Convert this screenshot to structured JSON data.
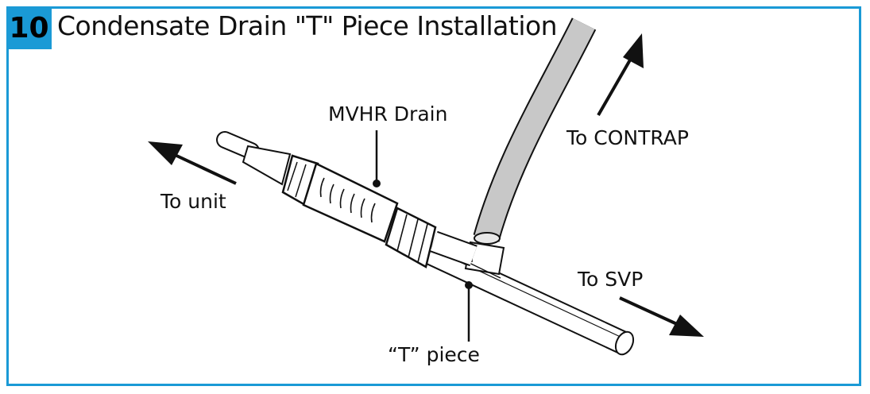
{
  "header": {
    "step_number": "10",
    "title": "Condensate Drain \"T\" Piece Installation"
  },
  "labels": {
    "mvhr_drain": "MVHR Drain",
    "to_unit": "To unit",
    "to_contrap": "To CONTRAP",
    "to_svp": "To SVP",
    "t_piece": "“T” piece"
  },
  "colors": {
    "accent": "#1a9ad6",
    "hose": "#c8c8c8",
    "stroke": "#111111"
  }
}
